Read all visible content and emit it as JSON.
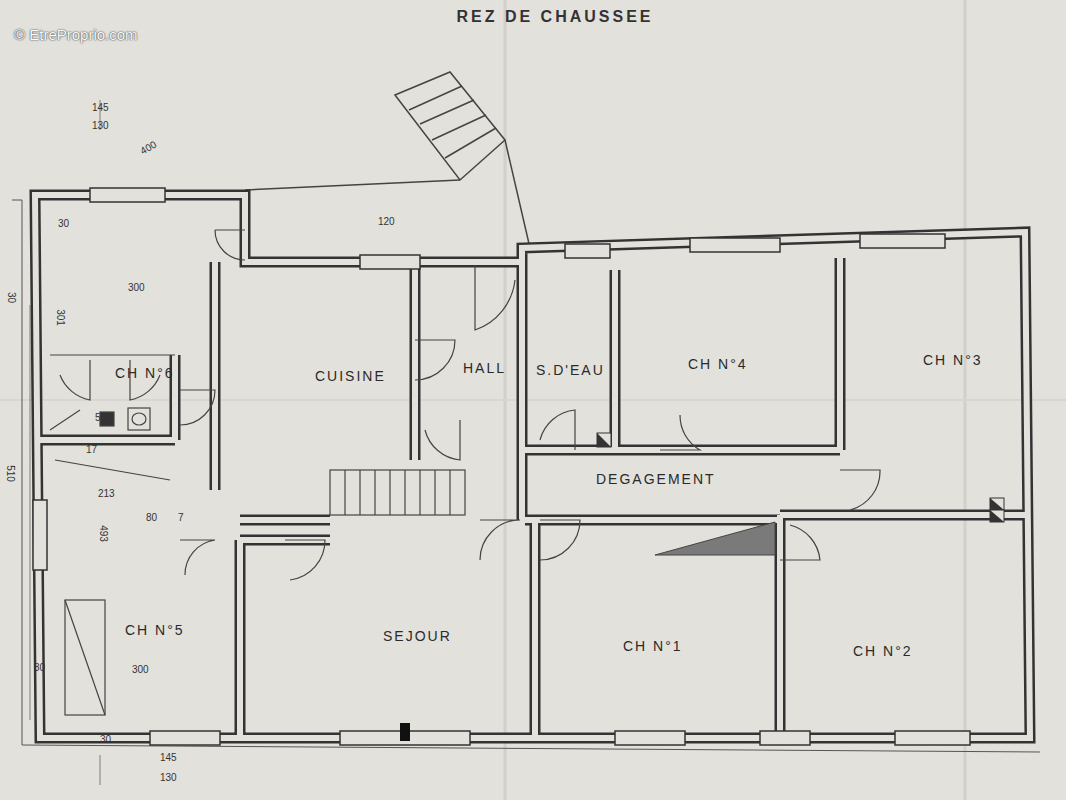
{
  "diagram": {
    "title": "REZ DE CHAUSSEE",
    "nodes": [
      {
        "text": [
          "CH N°6"
        ]
      },
      {
        "text": [
          "CUISINE"
        ]
      },
      {
        "text": [
          "HALL"
        ]
      },
      {
        "text": [
          "S.D'EAU"
        ]
      },
      {
        "text": [
          "CH N°4"
        ]
      },
      {
        "text": [
          "CH N°3"
        ]
      },
      {
        "text": [
          "DEGAGEMENT"
        ]
      },
      {
        "text": [
          "CH N°5"
        ]
      },
      {
        "text": [
          "SEJOUR"
        ]
      },
      {
        "text": [
          "CH N°1"
        ]
      },
      {
        "text": [
          "CH N°2"
        ]
      }
    ],
    "labels": [
      "© EtreProprio.com",
      "145",
      "130",
      "400",
      "120",
      "30",
      "300",
      "301",
      "30",
      "53",
      "17",
      "213",
      "80",
      "7",
      "493",
      "510",
      "300",
      "30",
      "30",
      "145",
      "130"
    ]
  }
}
